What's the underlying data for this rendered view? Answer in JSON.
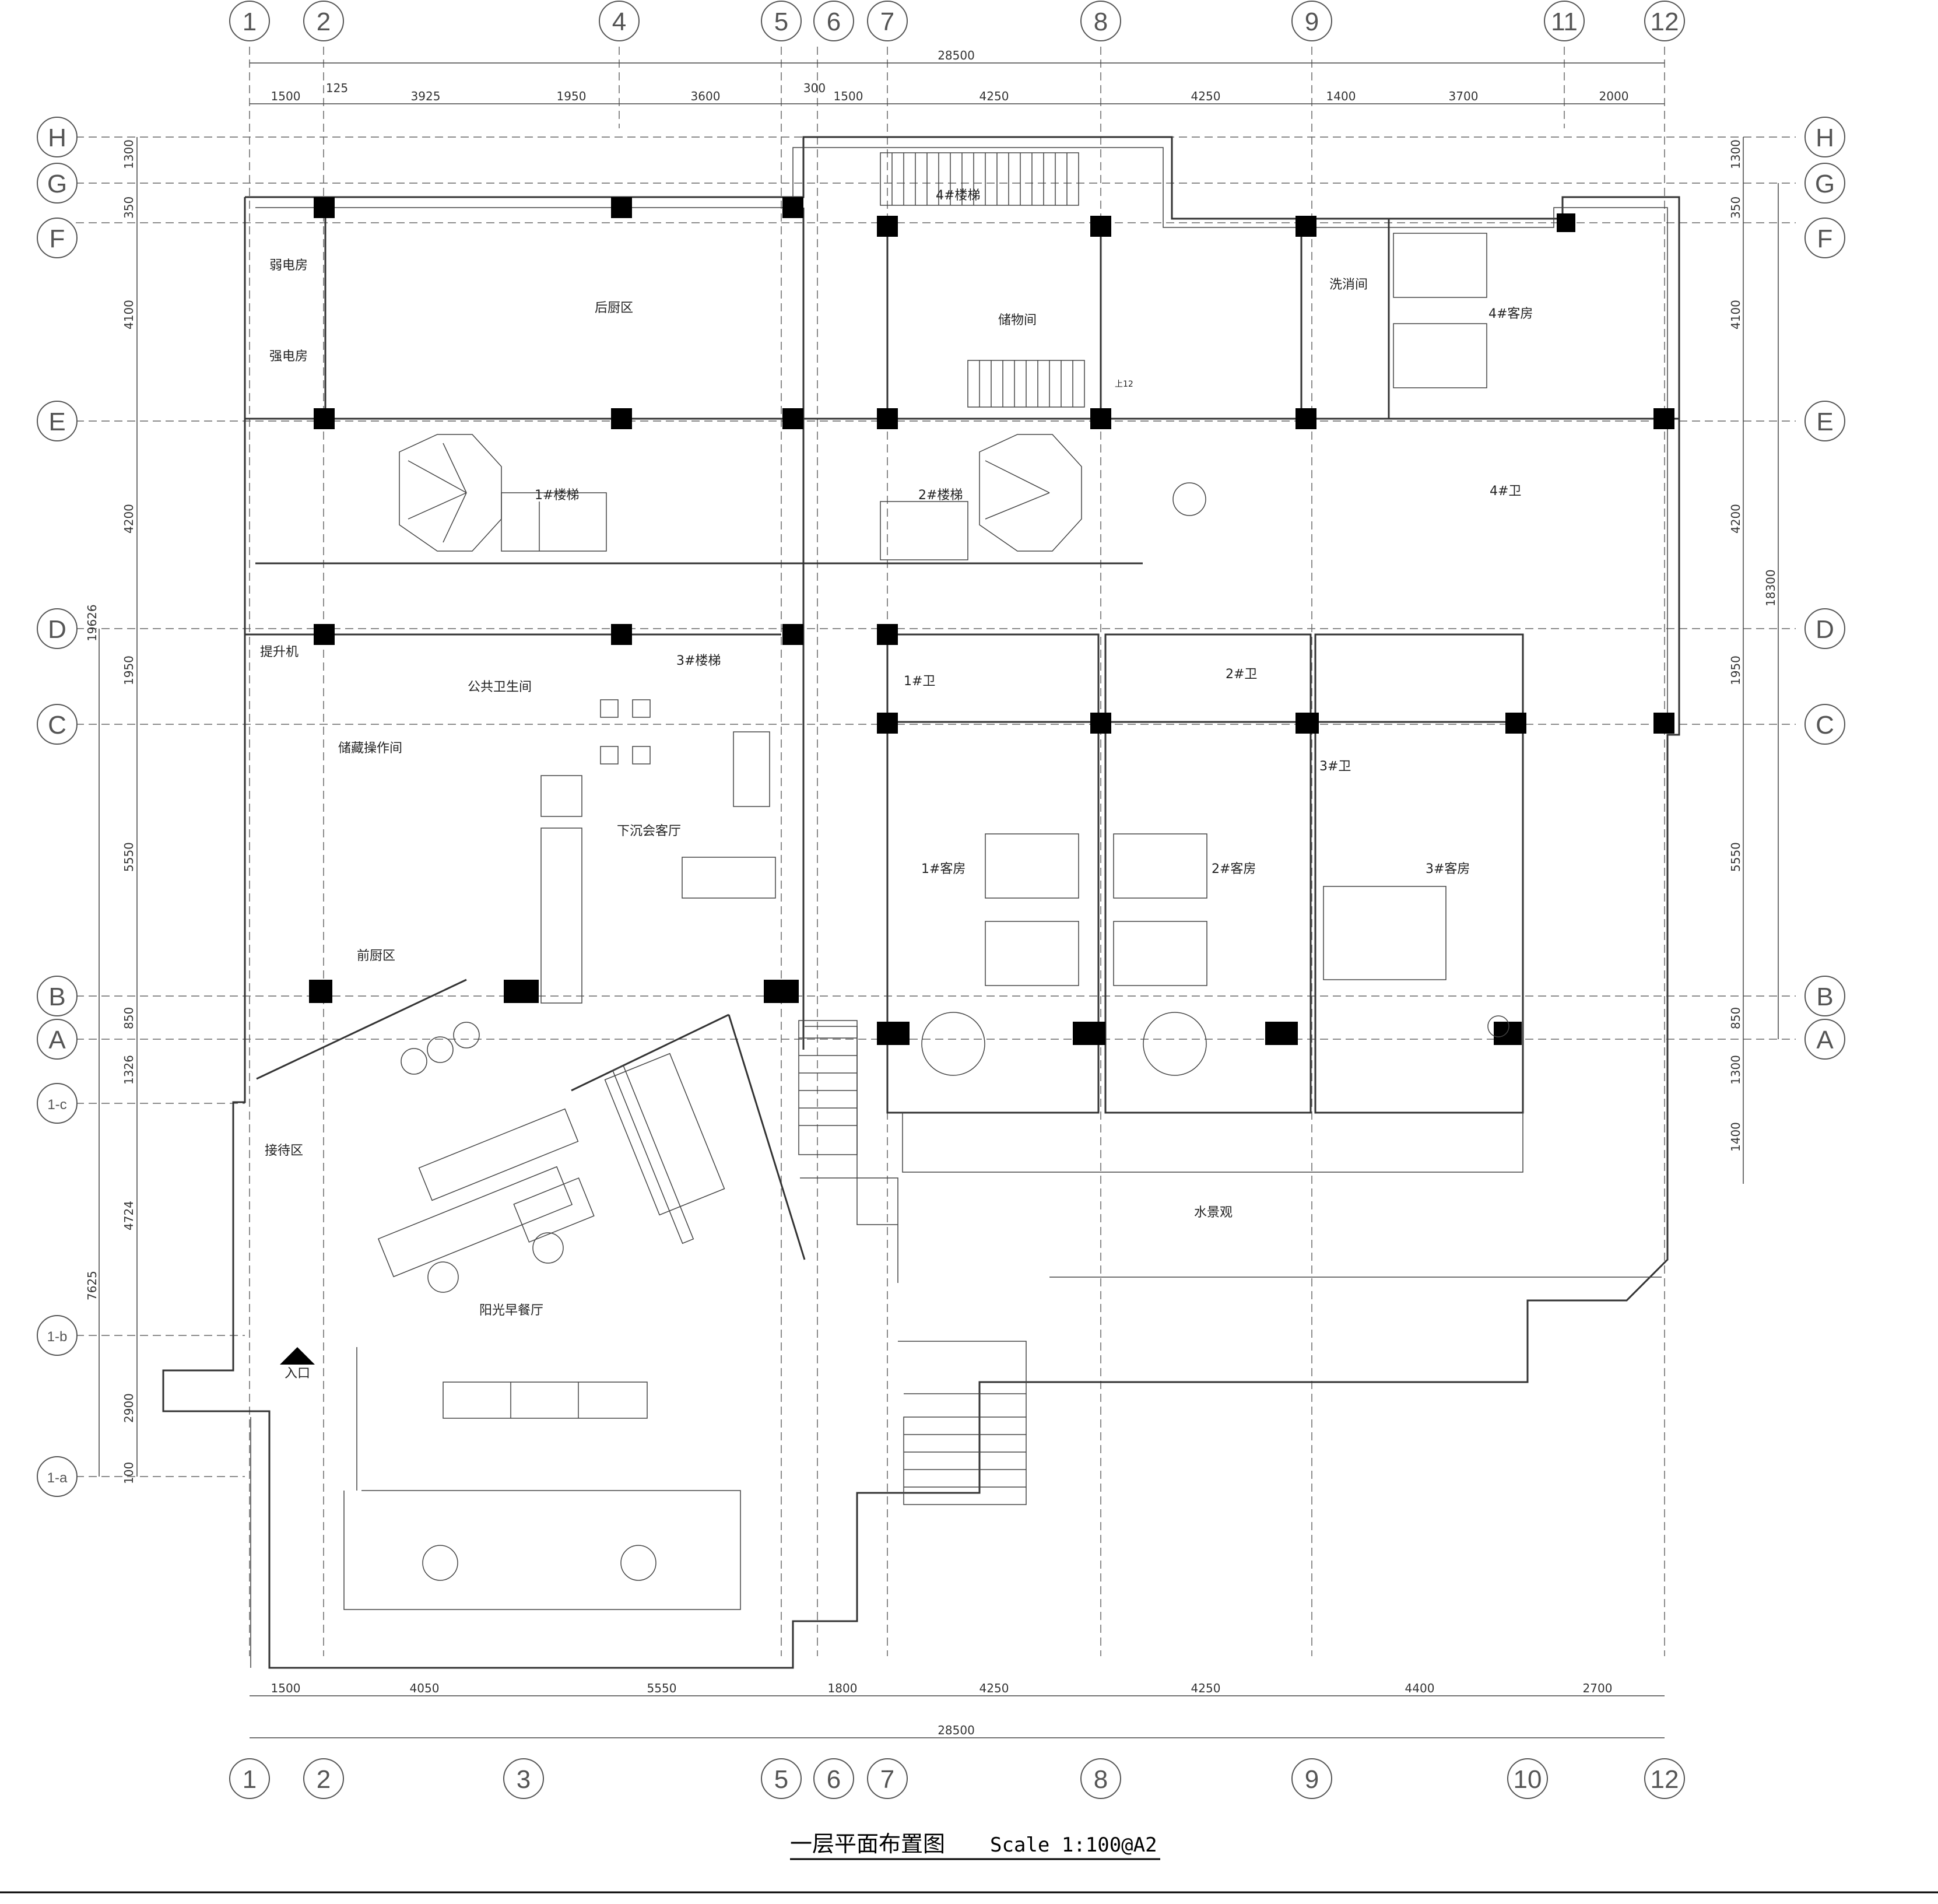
{
  "title": "一层平面布置图",
  "scale": "Scale 1:100@A2",
  "grid_top": [
    "1",
    "2",
    "4",
    "5",
    "6",
    "7",
    "8",
    "9",
    "11",
    "12"
  ],
  "grid_bottom": [
    "1",
    "2",
    "3",
    "5",
    "6",
    "7",
    "8",
    "9",
    "10",
    "12"
  ],
  "grid_left": [
    "H",
    "G",
    "F",
    "E",
    "D",
    "C",
    "B",
    "A",
    "1-c",
    "1-b",
    "1-a"
  ],
  "grid_right": [
    "H",
    "G",
    "F",
    "E",
    "D",
    "C",
    "B",
    "A"
  ],
  "dims_top_total": "28500",
  "dims_top": [
    "1500",
    "125",
    "3925",
    "1950",
    "3600",
    "300",
    "1500",
    "4250",
    "4250",
    "1400",
    "3700",
    "2000"
  ],
  "dims_bottom_total": "28500",
  "dims_bottom": [
    "1500",
    "4050",
    "5550",
    "1800",
    "4250",
    "4250",
    "4400",
    "2700"
  ],
  "dims_left": [
    "1300",
    "350",
    "4100",
    "4200",
    "1950",
    "5550",
    "850",
    "1326",
    "4724",
    "2900",
    "100"
  ],
  "dims_left_outer": [
    "19626",
    "7625"
  ],
  "dims_right": [
    "1300",
    "350",
    "4100",
    "4200",
    "1950",
    "5550",
    "850",
    "1300",
    "1400"
  ],
  "dims_right_outer": "18300",
  "rooms": {
    "weak": "弱电房",
    "strong": "强电房",
    "back_kitchen": "后厨区",
    "stair4": "4#楼梯",
    "storage": "储物间",
    "wash": "洗消间",
    "guest4": "4#客房",
    "stair1": "1#楼梯",
    "stair2": "2#楼梯",
    "bath4": "4#卫",
    "lift": "提升机",
    "stair3": "3#楼梯",
    "public_wc": "公共卫生间",
    "storage_op": "储藏操作间",
    "sunken_lounge": "下沉会客厅",
    "bath1": "1#卫",
    "bath2": "2#卫",
    "bath3": "3#卫",
    "guest1": "1#客房",
    "guest2": "2#客房",
    "guest3": "3#客房",
    "front_kitchen": "前厨区",
    "reception": "接待区",
    "water": "水景观",
    "sun_breakfast": "阳光早餐厅",
    "entrance": "入口",
    "up12": "上12"
  }
}
